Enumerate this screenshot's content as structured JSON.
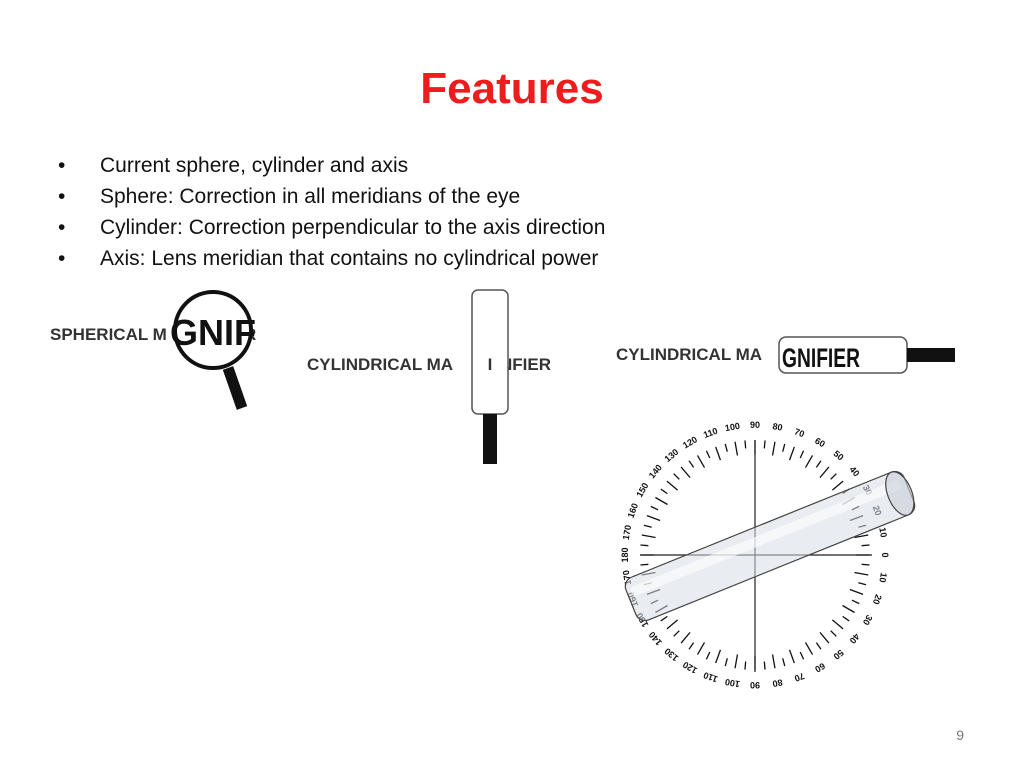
{
  "slide": {
    "title": "Features",
    "page_number": "9"
  },
  "bullets": [
    "Current sphere, cylinder and axis",
    "Sphere: Correction in all meridians of the eye",
    "Cylinder: Correction perpendicular to the axis direction",
    "Axis: Lens meridian that contains no cylindrical power"
  ],
  "bullet_symbol": "•",
  "illustrations": {
    "spherical": {
      "label_left": "SPHERICAL M",
      "label_right": "R",
      "magnified": "GNIF"
    },
    "cylindrical_vertical": {
      "label_left": "CYLINDRICAL MA",
      "label_right": "NFIER"
    },
    "cylindrical_horizontal": {
      "label_left": "CYLINDRICAL MA",
      "magnified": "GNIFIER"
    },
    "axis_dial": {
      "labels": [
        0,
        10,
        20,
        30,
        40,
        50,
        60,
        70,
        80,
        90,
        100,
        110,
        120,
        130,
        140,
        150,
        160,
        170,
        180,
        170,
        160,
        150,
        140,
        130,
        120,
        110,
        100,
        90,
        80,
        70,
        60,
        50,
        40,
        30,
        20,
        10
      ]
    }
  },
  "colors": {
    "title": "#ee1c1c",
    "text": "#111111",
    "page_number": "#777777"
  }
}
